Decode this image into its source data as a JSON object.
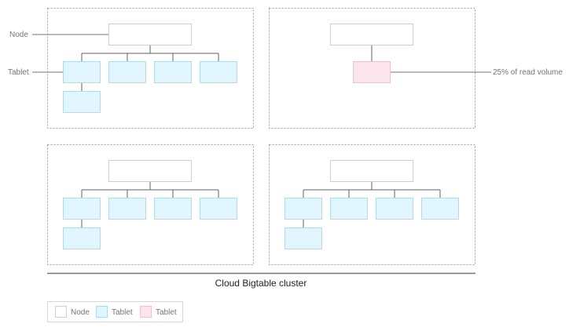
{
  "diagram": {
    "caption": "Cloud Bigtable cluster",
    "callouts": {
      "node": "Node",
      "tablet": "Tablet",
      "hot_tablet": "25% of read volume"
    },
    "colors": {
      "node_fill": "#ffffff",
      "node_stroke": "#cfcfcf",
      "tablet_fill": "#e1f5fe",
      "tablet_stroke": "#b3dbe6",
      "hot_tablet_fill": "#fce4ec",
      "hot_tablet_stroke": "#f0c4cf",
      "line": "#616161",
      "dotted_border": "#9e9e9e",
      "callout_line": "#757575"
    },
    "nodes": [
      {
        "tablets": 5,
        "hot_tablets": 0
      },
      {
        "tablets": 0,
        "hot_tablets": 1
      },
      {
        "tablets": 5,
        "hot_tablets": 0
      },
      {
        "tablets": 5,
        "hot_tablets": 0
      }
    ]
  },
  "legend": {
    "items": [
      {
        "label": "Node",
        "kind": "node"
      },
      {
        "label": "Tablet",
        "kind": "tablet"
      },
      {
        "label": "Tablet",
        "kind": "hot_tablet"
      }
    ]
  }
}
